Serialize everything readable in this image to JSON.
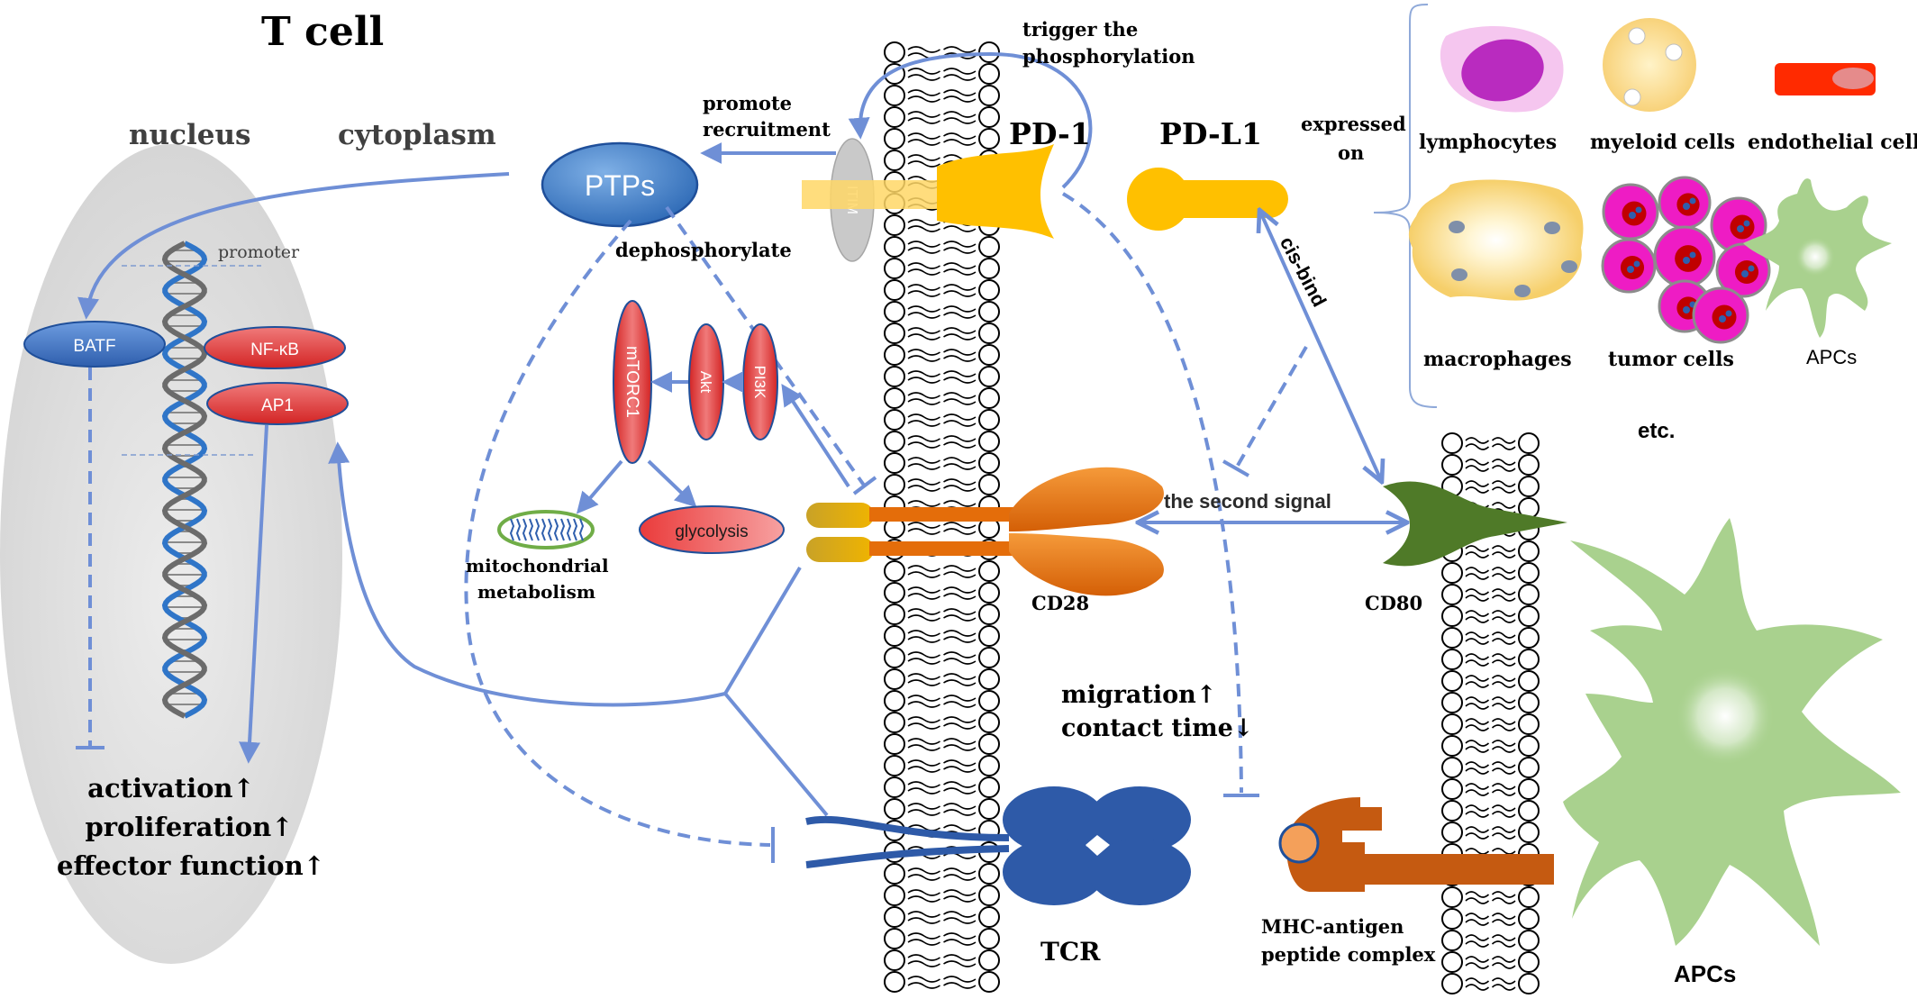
{
  "title": "T cell",
  "regions": {
    "nucleus": "nucleus",
    "cytoplasm": "cytoplasm"
  },
  "nucleus": {
    "promoter": "promoter",
    "batf": "BATF",
    "nfkb": "NF-κB",
    "ap1": "AP1",
    "outcomes": [
      "activation↑",
      "proliferation↑",
      "effector function↑"
    ]
  },
  "cytoplasm": {
    "ptps": "PTPs",
    "promote_recruitment": [
      "promote",
      "recruitment"
    ],
    "trigger_phosphorylation": [
      "trigger the",
      "phosphorylation"
    ],
    "dephosphorylate": "dephosphorylate",
    "itim": "ITIM",
    "mtorc1": "mTORC1",
    "akt": "Akt",
    "pi3k": "PI3K",
    "glycolysis": "glycolysis",
    "mito": [
      "mitochondrial",
      "metabolism"
    ],
    "migration": [
      "migration↑",
      "contact time↓"
    ]
  },
  "receptors": {
    "pd1": "PD-1",
    "pdl1": "PD-L1",
    "cd28": "CD28",
    "cd80": "CD80",
    "tcr": "TCR",
    "mhc": [
      "MHC-antigen",
      "peptide complex"
    ],
    "cis_bind": "cis-bind",
    "second_signal": "the second signal"
  },
  "expression": {
    "expressed_on": [
      "expressed",
      "on"
    ],
    "cells": [
      "lymphocytes",
      "myeloid cells",
      "endothelial cells",
      "macrophages",
      "tumor cells",
      "APCs"
    ],
    "etc": "etc."
  },
  "apc_label": "APCs",
  "colors": {
    "blue_arrow": "#6f8fd6",
    "membrane": "#000000",
    "red_node": "#e23434",
    "orange_cd28": "#e46d0a",
    "yellow_pd": "#ffc000",
    "green_cd80": "#4f7a28",
    "tcr_blue": "#2e5aa8",
    "mhc_orange": "#c55a11",
    "apc_green": "#a9d18e"
  }
}
